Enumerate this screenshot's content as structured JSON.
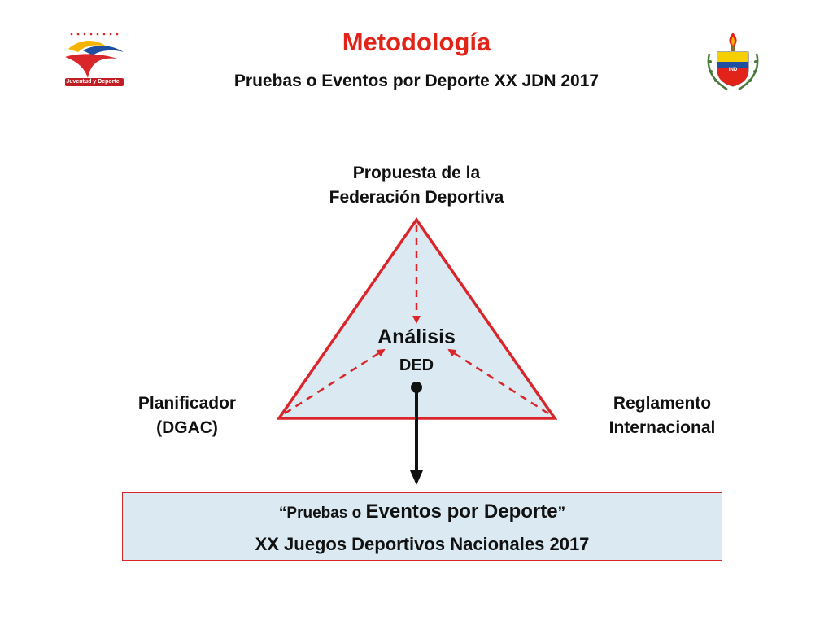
{
  "header": {
    "title": "Metodología",
    "subtitle": "Pruebas o Eventos por Deporte XX JDN 2017",
    "title_color": "#e2231a"
  },
  "logos": {
    "left": {
      "caption": "Juventud y Deporte",
      "icon": "juventud-deporte-logo"
    },
    "right": {
      "caption": "IND",
      "icon": "ind-coat-of-arms"
    }
  },
  "diagram": {
    "top_vertex_line1": "Propuesta de la",
    "top_vertex_line2": "Federación Deportiva",
    "left_vertex_line1": "Planificador",
    "left_vertex_line2": "(DGAC)",
    "right_vertex_line1": "Reglamento",
    "right_vertex_line2": "Internacional",
    "center_title": "Análisis",
    "center_subtitle": "DED",
    "triangle_fill": "#dbeaf2",
    "triangle_stroke": "#d9262b",
    "arrow_color": "#d9262b"
  },
  "result": {
    "open_quote": "“",
    "line1_small": "Pruebas o ",
    "line1_big": "Eventos por Deporte",
    "close_quote": "”",
    "line2": "XX Juegos Deportivos Nacionales 2017"
  }
}
